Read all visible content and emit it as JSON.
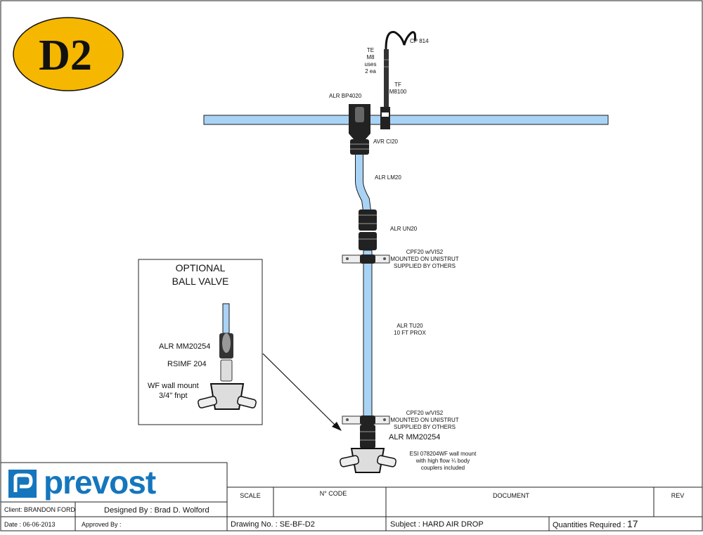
{
  "badge": {
    "text": "D2",
    "fill": "#f5b700"
  },
  "colors": {
    "pipe": "#a9d3f5",
    "pipe_edge": "#1b1b1b",
    "brand": "#1576bd"
  },
  "labels": {
    "cp": "CP 814",
    "te_1": "TE",
    "te_2": "M8",
    "te_3": "uses",
    "te_4": "2 ea",
    "tf_1": "TF",
    "tf_2": "M8100",
    "bp": "ALR BP4020",
    "avr": "AVR CI20",
    "lm": "ALR LM20",
    "un": "ALR UN20",
    "cpf_top_1": "CPF20 w/VIS2",
    "cpf_top_2": "MOUNTED ON UNISTRUT",
    "cpf_top_3": "SUPPLIED BY OTHERS",
    "tu_1": "ALR  TU20",
    "tu_2": "10 FT PROX",
    "cpf_bot_1": "CPF20 w/VIS2",
    "cpf_bot_2": "MOUNTED ON UNISTRUT",
    "cpf_bot_3": "SUPPLIED BY OTHERS",
    "mm": "ALR MM20254",
    "esi_1": "ESI 078204WF wall mount",
    "esi_2": "with high flow ¼ body",
    "esi_3": "couplers  included"
  },
  "inset": {
    "title_1": "OPTIONAL",
    "title_2": "BALL VALVE",
    "mm": "ALR MM20254",
    "rsimf": "RSIMF 204",
    "wf_1": "WF wall mount",
    "wf_2": "3/4\"  fnpt"
  },
  "title_block": {
    "logo": "prevost",
    "client": "Client:  BRANDON FORD",
    "designed_by": "Designed By : Brad D. Wolford",
    "date": "Date :  06-06-2013",
    "approved_by": "Approved By :",
    "scale": "SCALE",
    "code": "N° CODE",
    "document": "DOCUMENT",
    "rev": "REV",
    "drawing_no": "Drawing No. :   SE-BF-D2",
    "subject": "Subject :   HARD AIR DROP",
    "quantities_label": "Quantities Required :",
    "quantities_value": "17"
  }
}
